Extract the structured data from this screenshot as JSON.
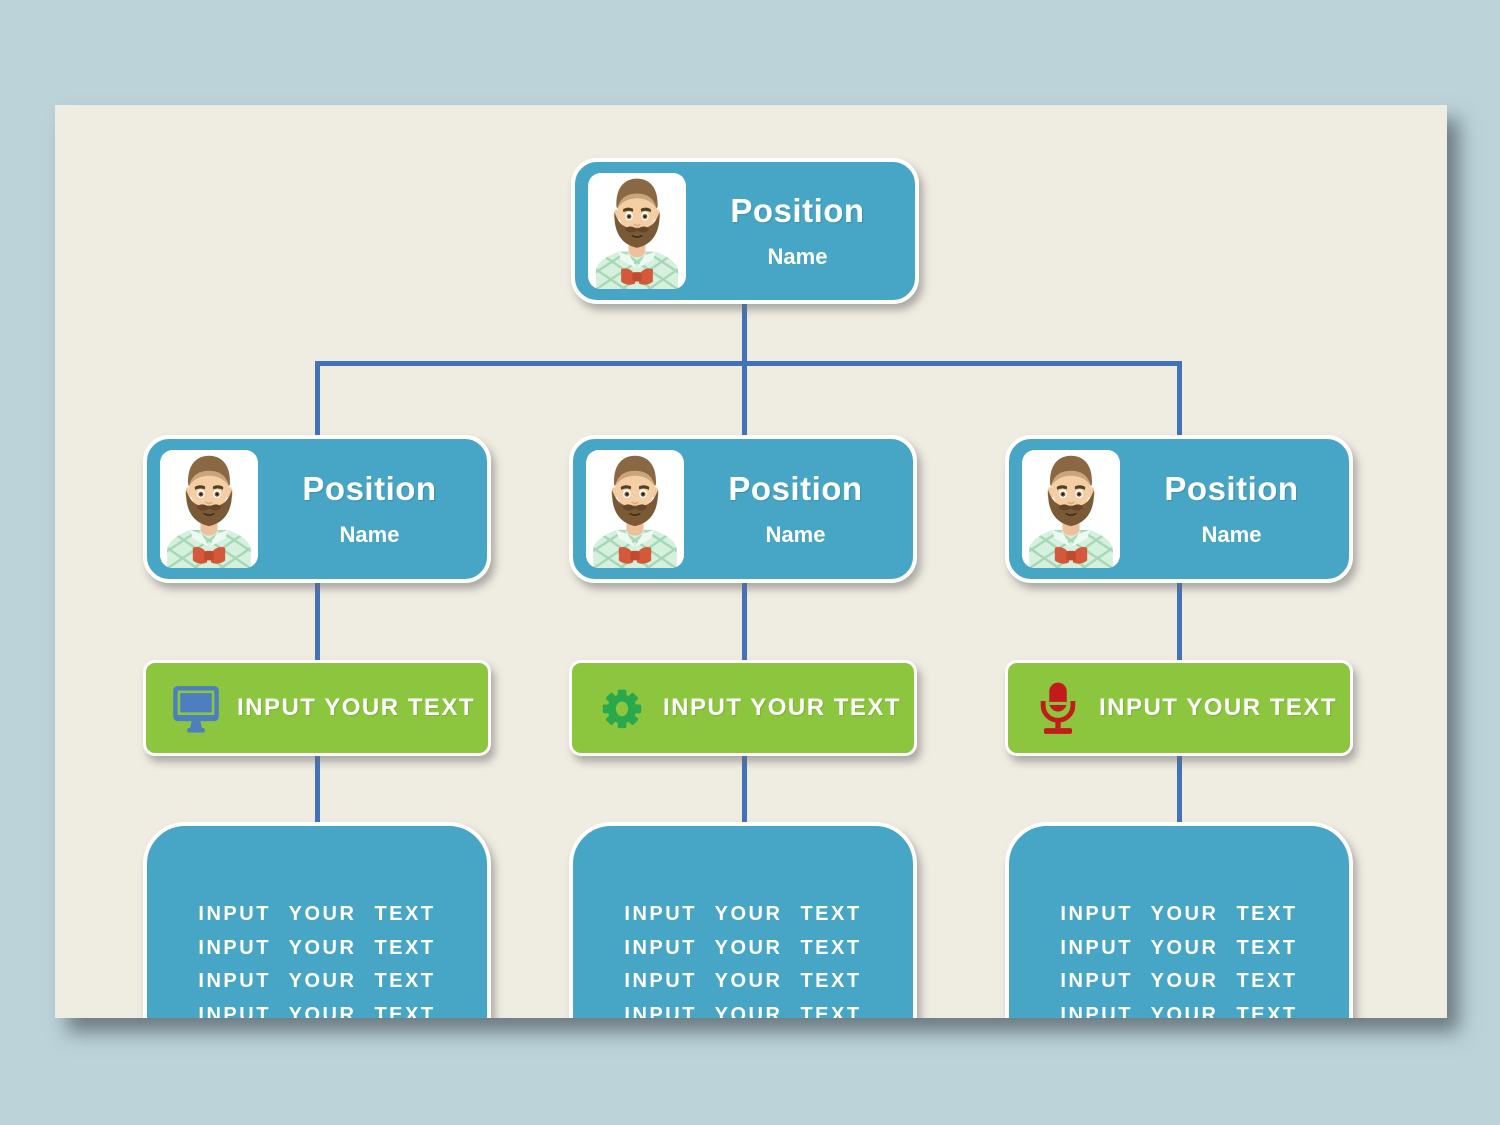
{
  "page": {
    "background_color": "#bcd3da",
    "canvas_color": "#efece1"
  },
  "org_chart": {
    "connector_color": "#4472b8",
    "card_color": "#47a6c5",
    "bar_color": "#8cc63f",
    "root": {
      "position": "Position",
      "name": "Name",
      "avatar": "bearded-man-portrait"
    },
    "branches": [
      {
        "card": {
          "position": "Position",
          "name": "Name",
          "avatar": "bearded-man-portrait"
        },
        "label_bar": {
          "icon": "monitor-icon",
          "icon_color": "#4d7ec0",
          "text": "INPUT YOUR TEXT"
        },
        "notes": [
          "INPUT YOUR TEXT",
          "INPUT YOUR TEXT",
          "INPUT YOUR TEXT",
          "INPUT YOUR TEXT"
        ]
      },
      {
        "card": {
          "position": "Position",
          "name": "Name",
          "avatar": "bearded-man-portrait"
        },
        "label_bar": {
          "icon": "gear-icon",
          "icon_color": "#2aa84c",
          "text": "INPUT YOUR TEXT"
        },
        "notes": [
          "INPUT YOUR TEXT",
          "INPUT YOUR TEXT",
          "INPUT YOUR TEXT",
          "INPUT YOUR TEXT"
        ]
      },
      {
        "card": {
          "position": "Position",
          "name": "Name",
          "avatar": "bearded-man-portrait"
        },
        "label_bar": {
          "icon": "microphone-icon",
          "icon_color": "#c31b1b",
          "text": "INPUT YOUR TEXT"
        },
        "notes": [
          "INPUT YOUR TEXT",
          "INPUT YOUR TEXT",
          "INPUT YOUR TEXT",
          "INPUT YOUR TEXT"
        ]
      }
    ]
  }
}
